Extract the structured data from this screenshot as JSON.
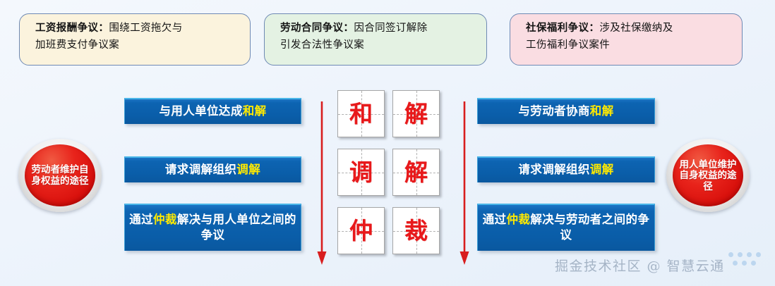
{
  "background": {
    "color_from": "#f4f8fd",
    "color_to": "#e6eff9"
  },
  "categories": [
    {
      "id": "wage",
      "lead": "工资报酬争议：",
      "rest": "围绕工资拖欠与",
      "line2": "加班费支付争议案",
      "bg": "#fbf3dd",
      "border": "#6e89b4"
    },
    {
      "id": "contract",
      "lead": "劳动合同争议：",
      "rest": "因合同签订解除",
      "line2": "引发合法性争议案",
      "bg": "#e4f2e3",
      "border": "#6e89b4"
    },
    {
      "id": "social-insurance",
      "lead": "社保福利争议：",
      "rest": "涉及社保缴纳及",
      "line2": "工伤福利争议案件",
      "bg": "#fadde2",
      "border": "#6e89b4"
    }
  ],
  "circles": {
    "left": {
      "text": "劳动者维护自身权益的途径",
      "color": "#e0120d"
    },
    "right": {
      "text": "用人单位维护自身权益的途径",
      "color": "#e0120d"
    }
  },
  "bars": {
    "accent": "#0d64b2",
    "highlight": "#ffe900",
    "left": [
      {
        "pre": "与用人单位达成",
        "hl": "和解",
        "post": ""
      },
      {
        "pre": "请求调解组织",
        "hl": "调解",
        "post": ""
      },
      {
        "pre": "通过",
        "hl": "仲裁",
        "post": "解决与用人单位之间的争议"
      }
    ],
    "right": [
      {
        "pre": "与劳动者协商",
        "hl": "和解",
        "post": ""
      },
      {
        "pre": "请求调解组织",
        "hl": "调解",
        "post": ""
      },
      {
        "pre": "通过",
        "hl": "仲裁",
        "post": "解决与劳动者之间的争议"
      }
    ]
  },
  "char_grid": {
    "color": "#e8191b",
    "rows": [
      [
        "和",
        "解"
      ],
      [
        "调",
        "解"
      ],
      [
        "仲",
        "裁"
      ]
    ]
  },
  "arrows": {
    "color": "#d81e1e",
    "left": {
      "label": "down-arrow-left"
    },
    "right": {
      "label": "down-arrow-right"
    }
  },
  "watermark": {
    "text": "掘金技术社区 @ 智慧云通",
    "color": "#8c9db3",
    "dot_color": "#bcd6ef"
  }
}
